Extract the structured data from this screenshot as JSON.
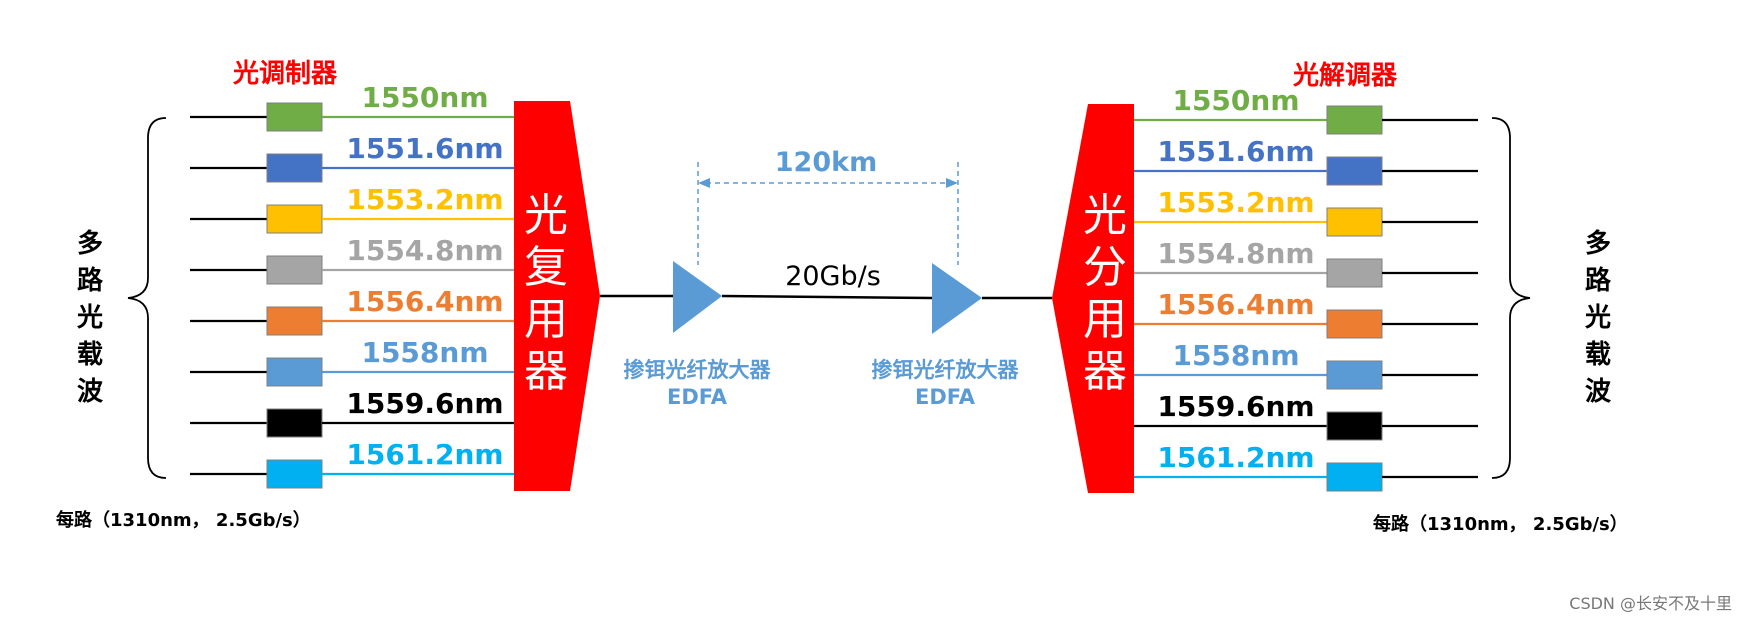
{
  "left": {
    "label": "光调制器",
    "carrier_label": "多路光载波",
    "footnote": "每路（1310nm， 2.5Gb/s）"
  },
  "right": {
    "label": "光解调器",
    "carrier_label": "多路光载波",
    "footnote": "每路（1310nm， 2.5Gb/s）"
  },
  "mux": {
    "label": "光复用器"
  },
  "demux": {
    "label": "光分用器"
  },
  "channels": [
    {
      "wavelength": "1550nm",
      "color": "#70ad47"
    },
    {
      "wavelength": "1551.6nm",
      "color": "#4472c4"
    },
    {
      "wavelength": "1553.2nm",
      "color": "#ffc000"
    },
    {
      "wavelength": "1554.8nm",
      "color": "#a5a5a5"
    },
    {
      "wavelength": "1556.4nm",
      "color": "#ed7d31"
    },
    {
      "wavelength": "1558nm",
      "color": "#5b9bd5"
    },
    {
      "wavelength": "1559.6nm",
      "color": "#000000"
    },
    {
      "wavelength": "1561.2nm",
      "color": "#00b0f0"
    }
  ],
  "link": {
    "distance": "120km",
    "rate": "20Gb/s",
    "amplifiers": [
      {
        "name": "掺铒光纤放大器",
        "abbr": "EDFA"
      },
      {
        "name": "掺铒光纤放大器",
        "abbr": "EDFA"
      }
    ]
  },
  "colors": {
    "red": "#ff0000",
    "amp_blue": "#5b9bd5"
  },
  "watermark": "CSDN @长安不及十里"
}
